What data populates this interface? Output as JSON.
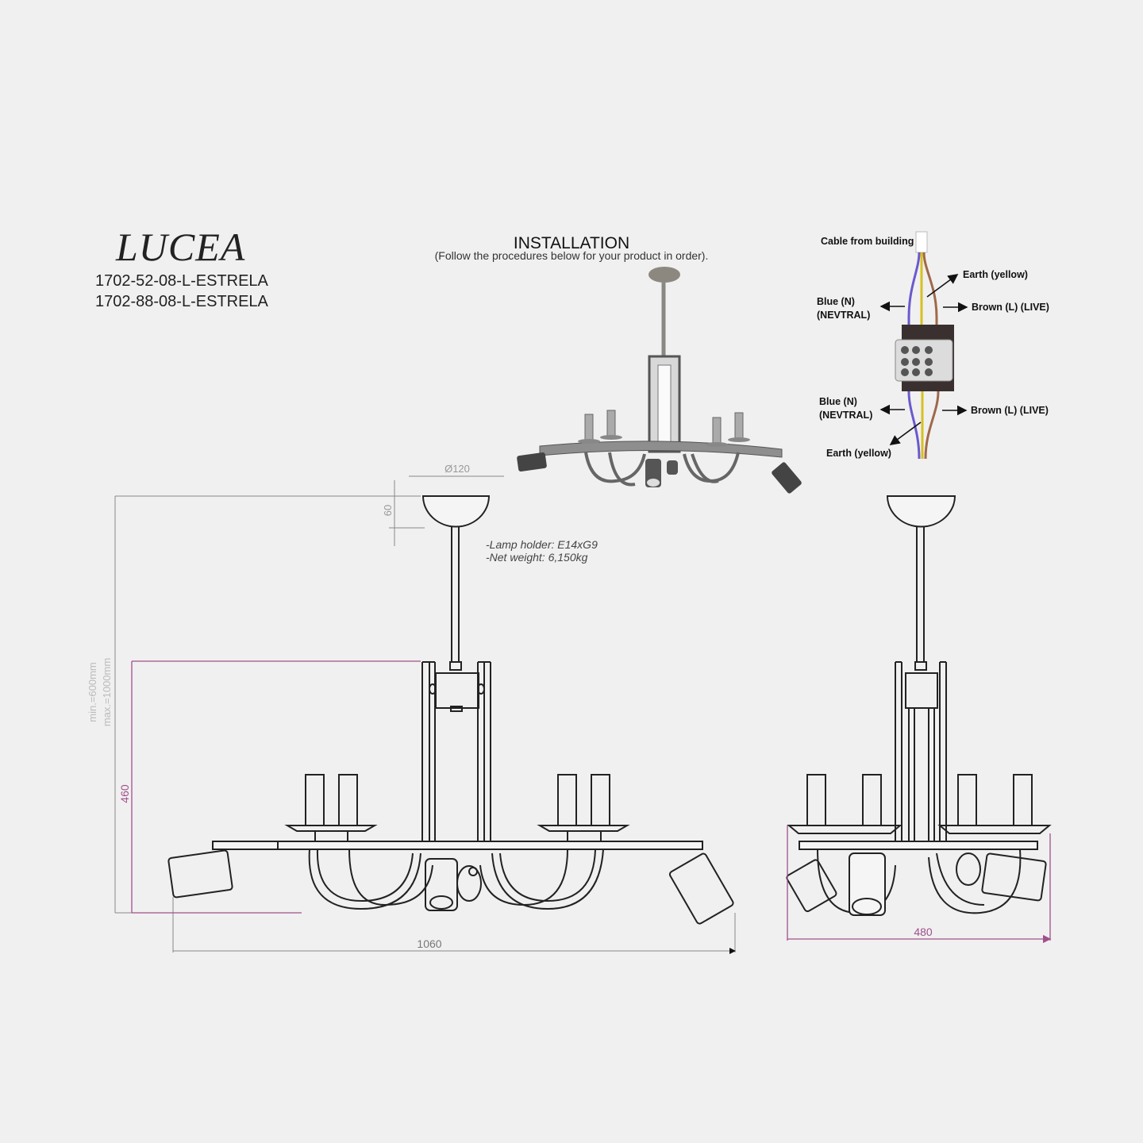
{
  "product": {
    "brand": "LUCEA",
    "codes": [
      "1702-52-08-L-ESTRELA",
      "1702-88-08-L-ESTRELA"
    ]
  },
  "installation": {
    "title": "INSTALLATION",
    "subtitle": "(Follow the procedures below for your product in order)."
  },
  "specs": {
    "lamp_holder": "-Lamp holder: E14xG9",
    "net_weight": "-Net weight: 6,150kg"
  },
  "wiring": {
    "cable": "Cable from building",
    "earth_top": "Earth (yellow)",
    "blue_top_1": "Blue (N)",
    "blue_top_2": "(NEVTRAL)",
    "brown_top": "Brown (L) (LIVE)",
    "blue_bottom_1": "Blue (N)",
    "blue_bottom_2": "(NEVTRAL)",
    "brown_bottom": "Brown (L) (LIVE)",
    "earth_bottom": "Earth (yellow)",
    "colors": {
      "blue": "#6a5acd",
      "yellow": "#d8c020",
      "brown": "#a0684a"
    }
  },
  "dimensions": {
    "canopy_diameter": "Ø120",
    "canopy_height": "60",
    "body_height": "460",
    "hang_min": "min.=600mm",
    "hang_max": "max.=1000mm",
    "total_width": "1060",
    "side_width": "480"
  },
  "colors": {
    "dimension_accent": "#a0508a",
    "line": "#222222"
  }
}
